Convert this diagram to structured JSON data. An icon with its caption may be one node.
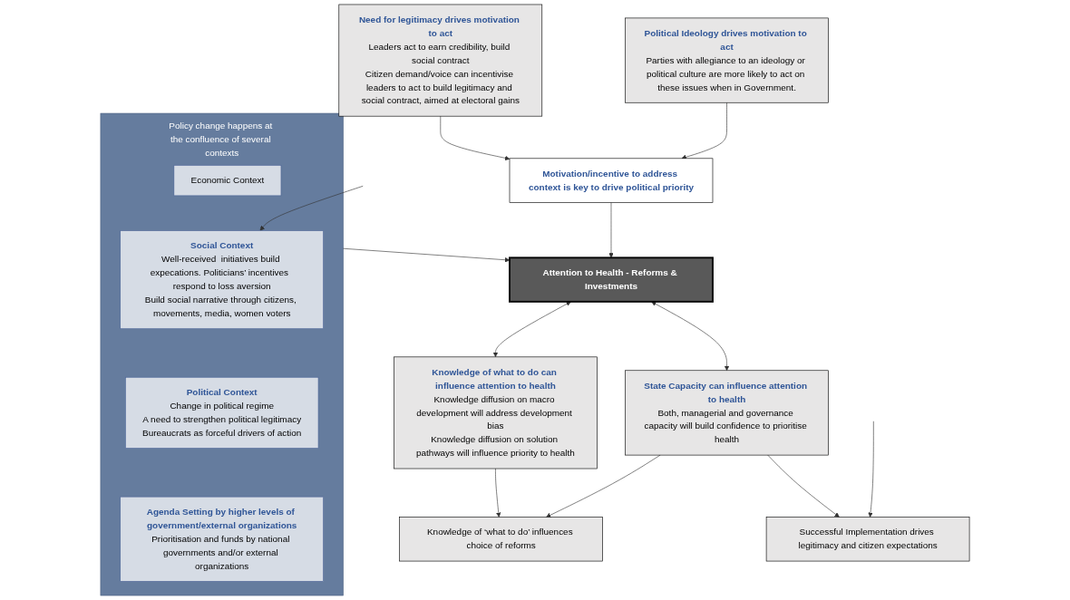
{
  "diagram": {
    "nodes": [
      {
        "text": [
          "Policy change happens at the confluence of several contexts"
        ]
      },
      {
        "text": [
          "Economic Context"
        ],
        "in": 0
      },
      {
        "text": [
          "Social Context",
          "Well-received  initiatives build expecations. Politicians’ incentives  respond to loss aversion",
          "Build social narrative through citizens, movements, media, women voters"
        ],
        "in": 0
      },
      {
        "text": [
          "Political Context",
          "Change in political regime",
          "A need to strengthen political legitimacy",
          "Bureaucrats as forceful drivers of action"
        ],
        "in": 0
      },
      {
        "text": [
          "Agenda Setting by higher levels of government/external organizations",
          "Prioritisation and funds by national governments and/or external organizations"
        ],
        "in": 0
      },
      {
        "text": [
          "Need for legitimacy drives motivation to act",
          "Leaders act to earn credibility, build social contract",
          "Citizen demand/voice can incentivise leaders to act to build legitimacy and social contract, aimed at electoral gains"
        ]
      },
      {
        "text": [
          "Political Ideology drives motivation to act",
          "Parties with allegiance to an ideology or political culture are more likely to act on these issues when in Government."
        ]
      },
      {
        "text": [
          "Motivation/incentive to address context is key to drive political priority"
        ]
      },
      {
        "text": [
          "Attention to Health - Reforms & Investments"
        ]
      },
      {
        "text": [
          "Knowledge of what to do can influence attention to health",
          "Knowledge diffusion on macro development will address development bias",
          "Knowledge diffusion on solution pathways will influence priority to health"
        ]
      },
      {
        "text": [
          "State Capacity can influence attention to health",
          "Both, managerial and governance capacity will build confidence to prioritise health"
        ]
      },
      {
        "text": [
          "Knowledge of ‘what to do’ influences choice of reforms"
        ]
      },
      {
        "text": [
          "Successful Implementation drives legitimacy and citizen expectations"
        ]
      }
    ],
    "edges": [
      {
        "from": 5,
        "to": 7,
        "arrow": "to"
      },
      {
        "from": 6,
        "to": 7,
        "arrow": "to"
      },
      {
        "from": 7,
        "to": 8,
        "arrow": "to"
      },
      {
        "from": 0,
        "to": 8,
        "arrow": "to"
      },
      {
        "from": 8,
        "to": 9,
        "arrow": "both"
      },
      {
        "from": 8,
        "to": 10,
        "arrow": "both"
      },
      {
        "from": 9,
        "to": 11,
        "arrow": "to"
      },
      {
        "from": 10,
        "to": 11,
        "arrow": "to"
      },
      {
        "from": 10,
        "to": 12,
        "arrow": "to"
      },
      {
        "from": null,
        "to": 2,
        "arrow": "to"
      },
      {
        "from": null,
        "to": 12,
        "arrow": "to"
      }
    ]
  }
}
